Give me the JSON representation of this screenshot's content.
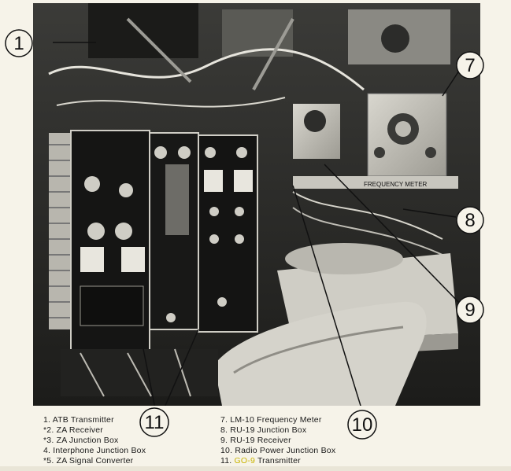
{
  "callouts": [
    "1",
    "7",
    "8",
    "9",
    "10",
    "11"
  ],
  "photo_text": {
    "frequency_meter_label": "FREQUENCY METER"
  },
  "legend": {
    "left": [
      {
        "num": "1.",
        "label": "ATB Transmitter"
      },
      {
        "num": "*2.",
        "label": "ZA Receiver"
      },
      {
        "num": "*3.",
        "label": "ZA Junction Box"
      },
      {
        "num": "4.",
        "label": "Interphone Junction Box"
      },
      {
        "num": "*5.",
        "label": "ZA Signal Converter"
      }
    ],
    "right": [
      {
        "num": "7.",
        "label": "LM-10 Frequency Meter"
      },
      {
        "num": "8.",
        "label": "RU-19 Junction Box"
      },
      {
        "num": "9.",
        "label": "RU-19 Receiver"
      },
      {
        "num": "10.",
        "label": "Radio Power Junction Box"
      },
      {
        "num": "11.",
        "label_highlight": "GO-9",
        "label": " Transmitter"
      }
    ]
  },
  "colors": {
    "photo_dark": "#2a2a28",
    "page": "#f6f3e9",
    "highlight": "#c9b400"
  }
}
